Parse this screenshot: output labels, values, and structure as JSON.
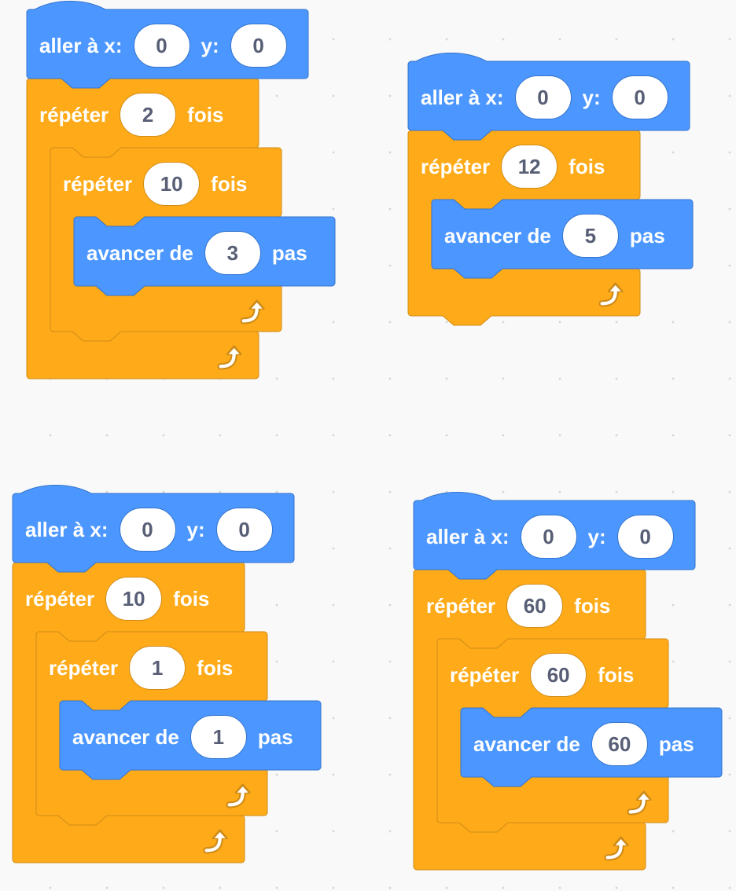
{
  "colors": {
    "motion": "#4c97ff",
    "motion_border": "#3373cc",
    "control": "#ffab19",
    "control_border": "#cf8b17",
    "input_text": "#575e75",
    "workspace": "#f9f9f9"
  },
  "icons": {
    "loop_end": "repeat-arrow-icon"
  },
  "scripts": [
    {
      "goto": {
        "label": "aller à x:",
        "x": "0",
        "y_label": "y:",
        "y": "0"
      },
      "outer_repeat": {
        "label": "répéter",
        "times": "2",
        "suffix": "fois"
      },
      "inner_repeat": {
        "label": "répéter",
        "times": "10",
        "suffix": "fois"
      },
      "move": {
        "label": "avancer de",
        "steps": "3",
        "suffix": "pas"
      }
    },
    {
      "goto": {
        "label": "aller à x:",
        "x": "0",
        "y_label": "y:",
        "y": "0"
      },
      "outer_repeat": {
        "label": "répéter",
        "times": "12",
        "suffix": "fois"
      },
      "move": {
        "label": "avancer de",
        "steps": "5",
        "suffix": "pas"
      }
    },
    {
      "goto": {
        "label": "aller à x:",
        "x": "0",
        "y_label": "y:",
        "y": "0"
      },
      "outer_repeat": {
        "label": "répéter",
        "times": "10",
        "suffix": "fois"
      },
      "inner_repeat": {
        "label": "répéter",
        "times": "1",
        "suffix": "fois"
      },
      "move": {
        "label": "avancer de",
        "steps": "1",
        "suffix": "pas"
      }
    },
    {
      "goto": {
        "label": "aller à x:",
        "x": "0",
        "y_label": "y:",
        "y": "0"
      },
      "outer_repeat": {
        "label": "répéter",
        "times": "60",
        "suffix": "fois"
      },
      "inner_repeat": {
        "label": "répéter",
        "times": "60",
        "suffix": "fois"
      },
      "move": {
        "label": "avancer de",
        "steps": "60",
        "suffix": "pas"
      }
    }
  ]
}
